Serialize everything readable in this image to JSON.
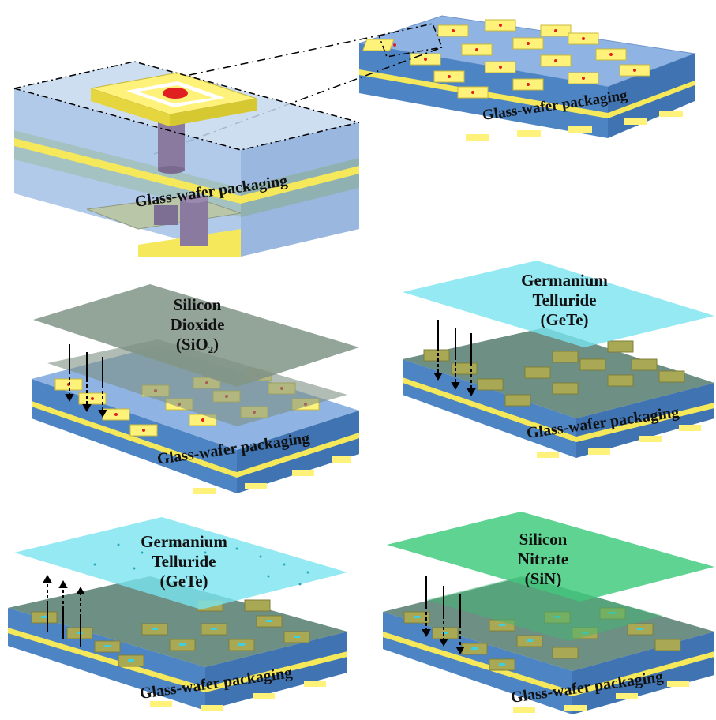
{
  "colors": {
    "wafer_blue": "#4d84c4",
    "wafer_top": "#8fb4e3",
    "gold_strip": "#f5e85a",
    "pad_yellow": "#fff27a",
    "pad_dark": "#b3a94a",
    "center_red": "#e02020",
    "cylinder": "#8a7aa0",
    "sio2_layer": "#8d9f92",
    "gete_layer": "#79e4f0",
    "sin_layer": "#4ecf86",
    "transparent_box": "#a9c4e8"
  },
  "labels": {
    "packaging_main": "Glass-wafer packaging",
    "packaging_zoom": "Glass-wafer packaging",
    "packaging_sio2": "Glass-wafer packaging",
    "packaging_gete_dep": "Glass-wafer packaging",
    "packaging_gete_lift": "Glass-wafer packaging",
    "packaging_sin": "Glass-wafer packaging"
  },
  "layers": {
    "sio2": {
      "line1": "Silicon",
      "line2": "Dioxide",
      "line3": "(SiO₂)"
    },
    "gete_deposit": {
      "line1": "Germanium",
      "line2": "Telluride",
      "line3": "(GeTe)"
    },
    "gete_liftoff": {
      "line1": "Germanium",
      "line2": "Telluride",
      "line3": "(GeTe)"
    },
    "sin": {
      "line1": "Silicon",
      "line2": "Nitrate",
      "line3": "(SiN)"
    }
  },
  "icons": {
    "arrow_down": "downward-arrow-icon",
    "arrow_up": "upward-arrow-icon"
  }
}
